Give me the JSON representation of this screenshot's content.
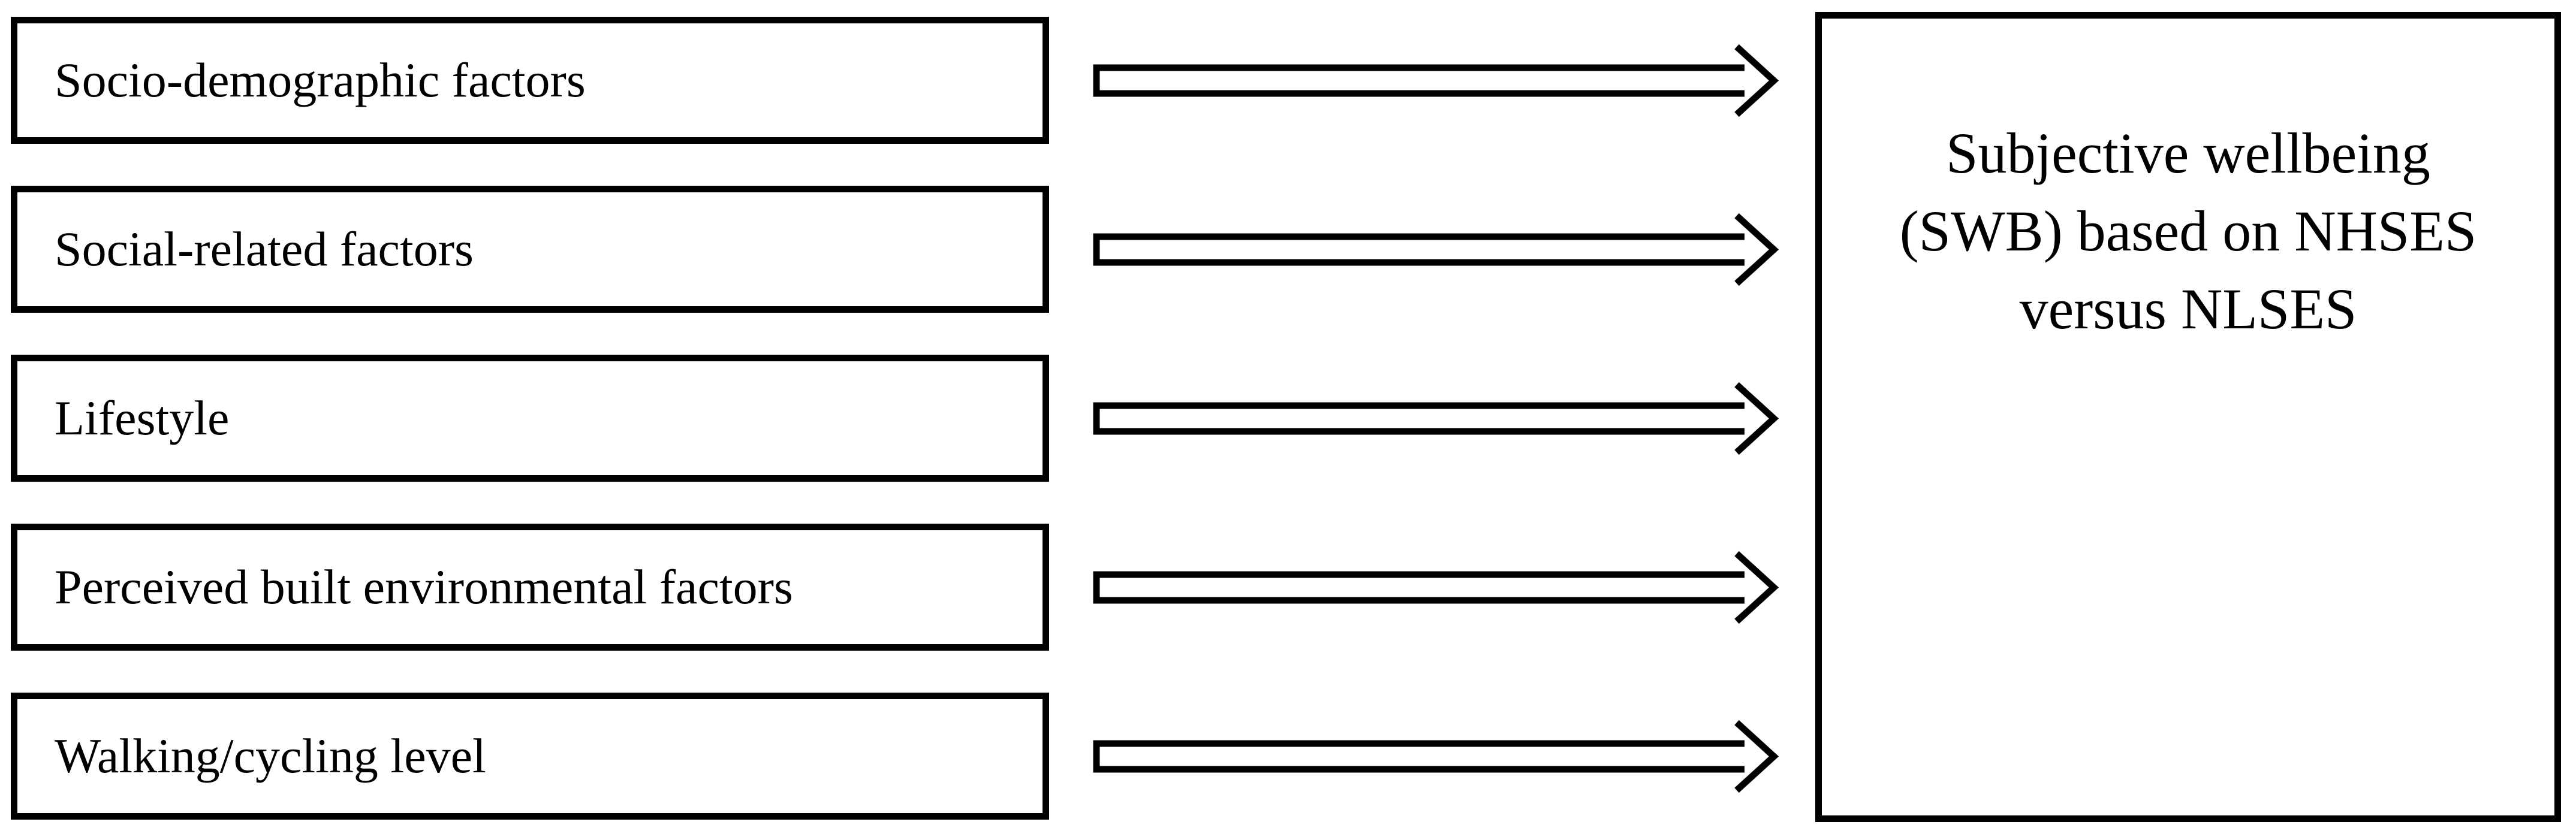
{
  "figure": {
    "background_color": "#ffffff",
    "stroke_color": "#000000",
    "box_fill_color": "#ffffff",
    "factors": [
      "Socio-demographic factors",
      "Social-related factors",
      "Lifestyle",
      "Perceived built environmental factors",
      "Walking/cycling level"
    ],
    "outcome": {
      "lines": [
        "Subjective wellbeing",
        "(SWB) based on NHSES",
        "versus NLSES"
      ]
    }
  }
}
